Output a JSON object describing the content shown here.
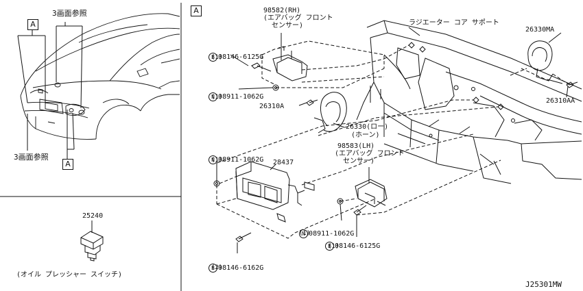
{
  "diagram_code": "J25301MW",
  "left_panel": {
    "box_marker_top": "A",
    "box_marker_bottom": "A",
    "ref_top": "3画面参照",
    "ref_bottom": "3画面参照"
  },
  "bottom_left": {
    "part_no": "25240",
    "caption": "(オイル プレッシャー スイッチ)"
  },
  "right_panel": {
    "box_marker": "A",
    "sensor_rh": {
      "part_no": "98582(RH)",
      "desc1": "(エアバッグ フロント",
      "desc2": "センサー)"
    },
    "sensor_lh": {
      "part_no": "98583(LH)",
      "desc1": "(エアバッグ フロント",
      "desc2": "センサー)"
    },
    "radiator_label": "ラジエーター コア サポート",
    "horn_ma": "26330MA",
    "horn_aa": "26310AA",
    "horn_a": "26310A",
    "horn_low": "26330(ロー)",
    "horn_low_desc": "(ホーン)",
    "lamp": "28437",
    "bolt_b_rh": {
      "badge": "B",
      "part_no": "08146-6125G",
      "qty": "(1)"
    },
    "nut_n_rh": {
      "badge": "N",
      "part_no": "08911-1062G",
      "qty": "(1)"
    },
    "nut_n_lamp": {
      "badge": "N",
      "part_no": "08911-1062G",
      "qty": "(1)"
    },
    "nut_n_lh": {
      "badge": "N",
      "part_no": "08911-1062G",
      "qty": "(1)"
    },
    "bolt_b_lh": {
      "badge": "B",
      "part_no": "08146-6125G",
      "qty": "(1)"
    },
    "bolt_b_lamp": {
      "badge": "B",
      "part_no": "08146-6162G",
      "qty": "(2)"
    }
  }
}
